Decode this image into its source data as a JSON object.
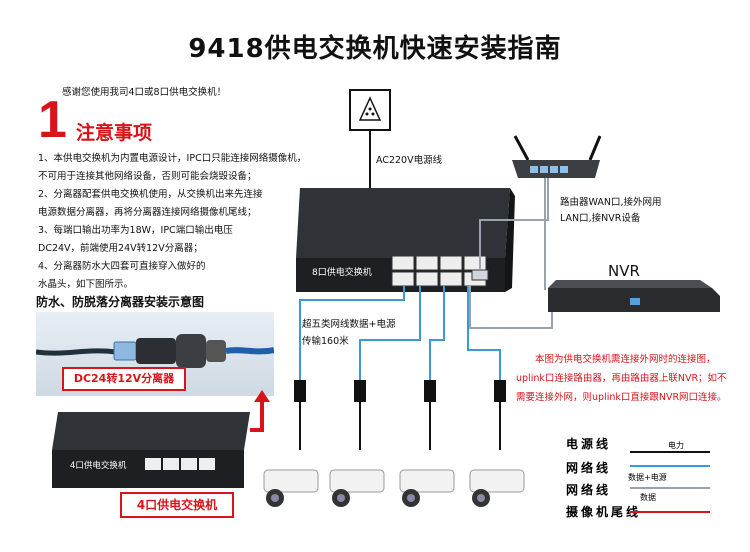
{
  "title": "9418供电交换机快速安装指南",
  "thanks": "感谢您使用我司4口或8口供电交换机！",
  "notice": {
    "number": "1",
    "heading": "注意事项"
  },
  "notes": [
    "1、本供电交换机为内置电源设计，IPC口只能连接网络摄像机，",
    "不可用于连接其他网络设备，否则可能会烧毁设备；",
    "2、分离器配套供电交换机使用，从交换机出来先连接",
    "电源数据分离器，再将分离器连接网络摄像机尾线；",
    "3、每端口输出功率为18W，IPC端口输出电压",
    "DC24V，前端使用24V转12V分离器；",
    "4、分离器防水大四套可直接穿入做好的",
    "水晶头，如下图所示。"
  ],
  "install_title": "防水、防脱落分离器安装示意图",
  "splitter_label": "DC24转12V分离器",
  "bottom_switch": {
    "label": "4口供电交换机",
    "device_text": "4口供电交换机"
  },
  "main_switch": {
    "device_text": "8口供电交换机"
  },
  "power": {
    "ac_label": "AC220V电源线"
  },
  "router": {
    "line1": "路由器WAN口,接外网用",
    "line2": "LAN口,接NVR设备"
  },
  "nvr": {
    "label": "NVR"
  },
  "cable": {
    "line1": "超五类网线数据+电源",
    "line2": "传输160米"
  },
  "red_note": "本图为供电交换机需连接外网时的连接图，uplink口连接路由器，再由路由器上联NVR；如不需要连接外网，则uplink口直接跟NVR网口连接。",
  "legend": [
    {
      "name": "电源线",
      "desc": "电力",
      "color": "#111111"
    },
    {
      "name": "网络线",
      "desc": "数据+电源",
      "color": "#3a9ad9"
    },
    {
      "name": "网络线",
      "desc": "数据",
      "color": "#9aa3ad"
    },
    {
      "name": "摄像机尾线",
      "desc": "",
      "color": "#d8141a"
    }
  ],
  "colors": {
    "accent_red": "#d8141a",
    "poe_blue": "#3a9ad9",
    "data_gray": "#9aa3ad"
  }
}
